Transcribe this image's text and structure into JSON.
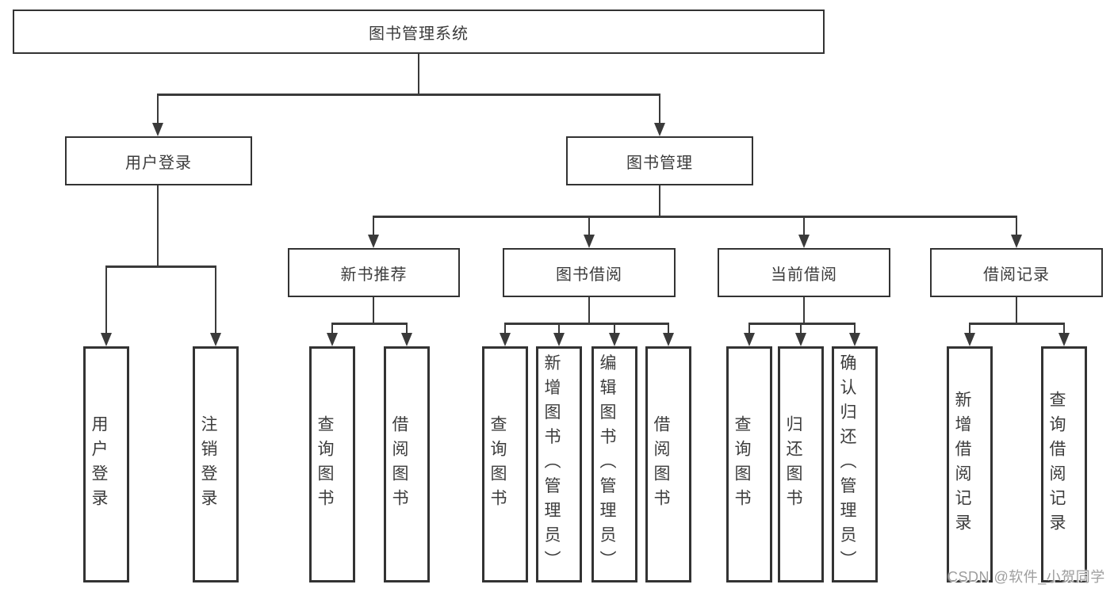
{
  "diagram": {
    "root": {
      "label": "图书管理系统"
    },
    "branches": [
      {
        "label": "用户登录",
        "children": [
          {
            "label": "用户登录"
          },
          {
            "label": "注销登录"
          }
        ]
      },
      {
        "label": "图书管理",
        "children": [
          {
            "label": "新书推荐",
            "children": [
              {
                "label": "查询图书"
              },
              {
                "label": "借阅图书"
              }
            ]
          },
          {
            "label": "图书借阅",
            "children": [
              {
                "label": "查询图书"
              },
              {
                "label": "新增图书（管理员）"
              },
              {
                "label": "编辑图书（管理员）"
              },
              {
                "label": "借阅图书"
              }
            ]
          },
          {
            "label": "当前借阅",
            "children": [
              {
                "label": "查询图书"
              },
              {
                "label": "归还图书"
              },
              {
                "label": "确认归还（管理员）"
              }
            ]
          },
          {
            "label": "借阅记录",
            "children": [
              {
                "label": "新增借阅记录"
              },
              {
                "label": "查询借阅记录"
              }
            ]
          }
        ]
      }
    ],
    "line_color": "#3a3a3a",
    "box_border_color": "#333333",
    "text_color": "#3c3c3c",
    "background_color": "#ffffff"
  },
  "watermark": {
    "text": "CSDN @软件_小贺同学",
    "color": "#9e9e9e"
  }
}
